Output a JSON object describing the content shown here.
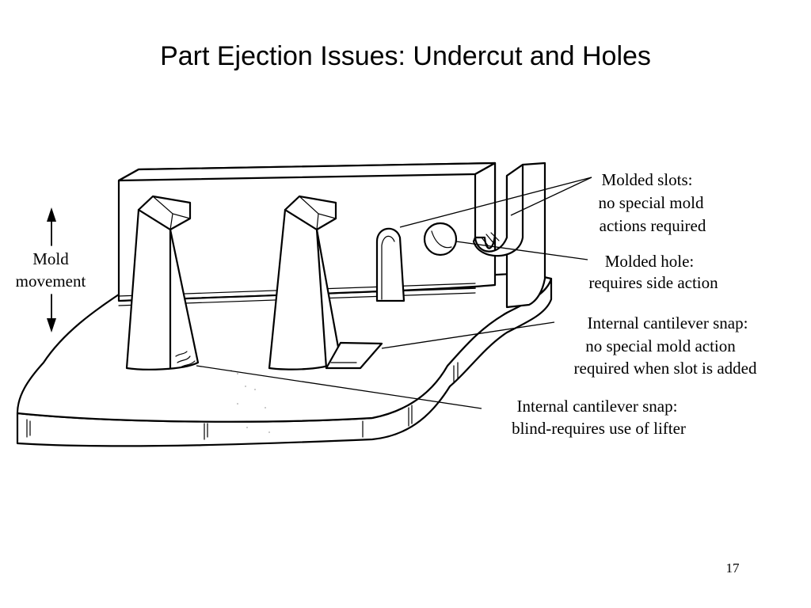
{
  "title": "Part Ejection Issues: Undercut and Holes",
  "page_number": "17",
  "labels": {
    "mold_movement": [
      "Mold",
      "movement"
    ],
    "molded_slots": [
      "Molded slots:",
      "no special mold",
      "actions required"
    ],
    "molded_hole": [
      "Molded hole:",
      "requires side action"
    ],
    "snap_slot": [
      "Internal cantilever snap:",
      "no special mold action",
      "required when slot is added"
    ],
    "snap_blind": [
      "Internal cantilever snap:",
      "blind-requires use of lifter"
    ]
  }
}
